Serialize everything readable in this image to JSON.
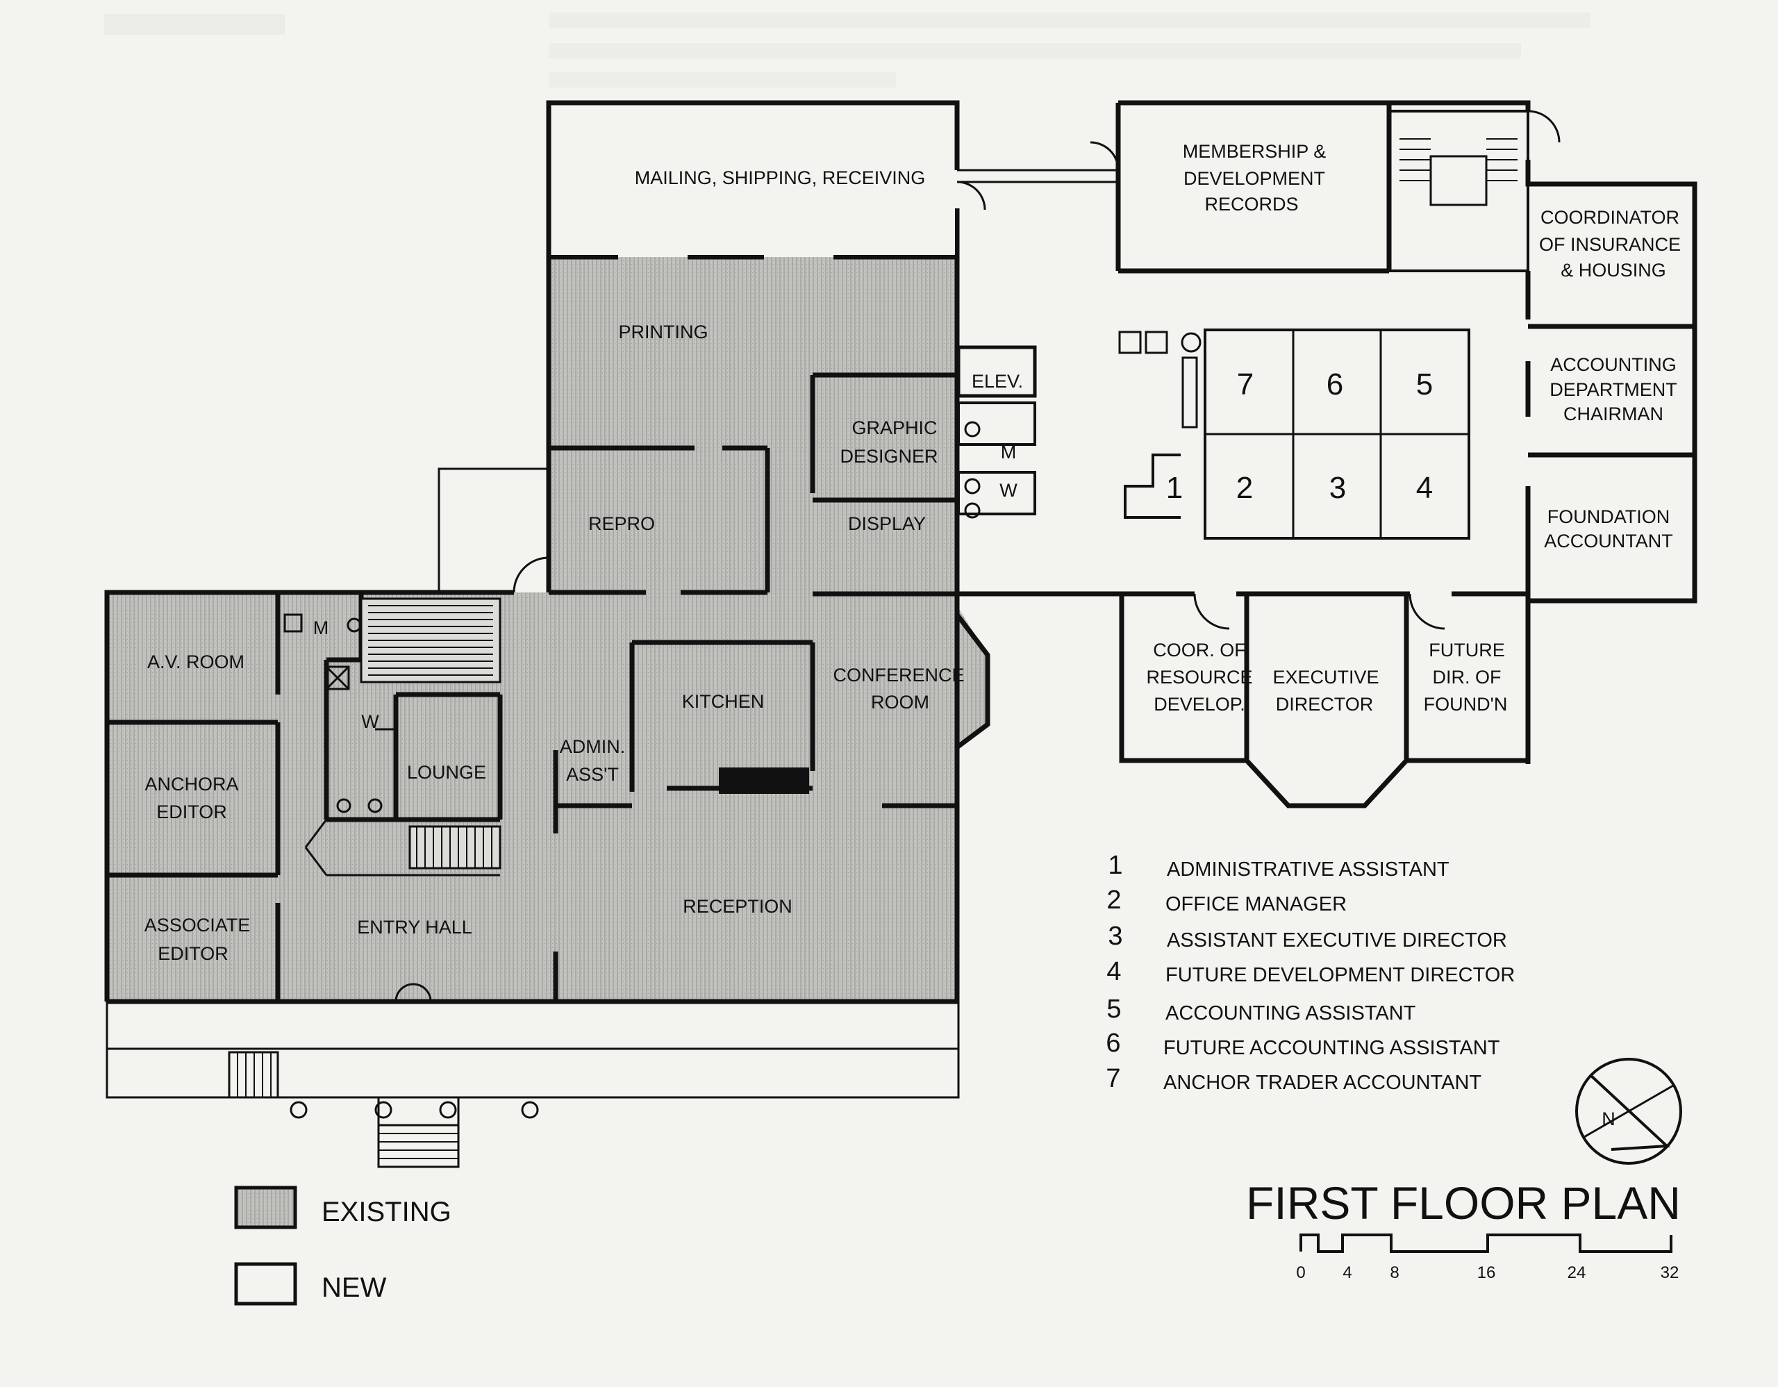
{
  "plan": {
    "title": "FIRST FLOOR PLAN",
    "scale_labels": [
      "0",
      "4",
      "8",
      "16",
      "24",
      "32"
    ],
    "compass_letter": "N"
  },
  "rooms": {
    "mailing": "MAILING, SHIPPING, RECEIVING",
    "printing": "PRINTING",
    "repro": "REPRO",
    "graphic_1": "GRAPHIC",
    "graphic_2": "DESIGNER",
    "display": "DISPLAY",
    "elev": "ELEV.",
    "m": "M",
    "w": "W",
    "av_room": "A.V. ROOM",
    "anchora_1": "ANCHORA",
    "anchora_2": "EDITOR",
    "associate_1": "ASSOCIATE",
    "associate_2": "EDITOR",
    "entry_hall": "ENTRY HALL",
    "lounge": "LOUNGE",
    "admin_1": "ADMIN.",
    "admin_2": "ASS'T",
    "kitchen": "KITCHEN",
    "conference_1": "CONFERENCE",
    "conference_2": "ROOM",
    "reception": "RECEPTION",
    "membership_1": "MEMBERSHIP &",
    "membership_2": "DEVELOPMENT",
    "membership_3": "RECORDS",
    "coord_ins_1": "COORDINATOR",
    "coord_ins_2": "OF INSURANCE",
    "coord_ins_3": "& HOUSING",
    "acct_chair_1": "ACCOUNTING",
    "acct_chair_2": "DEPARTMENT",
    "acct_chair_3": "CHAIRMAN",
    "found_acct_1": "FOUNDATION",
    "found_acct_2": "ACCOUNTANT",
    "coor_res_1": "COOR. OF",
    "coor_res_2": "RESOURCE",
    "coor_res_3": "DEVELOP.",
    "exec_1": "EXECUTIVE",
    "exec_2": "DIRECTOR",
    "future_1": "FUTURE",
    "future_2": "DIR. OF",
    "future_3": "FOUND'N"
  },
  "workstations": [
    "1",
    "2",
    "3",
    "4",
    "5",
    "6",
    "7"
  ],
  "legend_items": [
    {
      "num": "1",
      "label": "ADMINISTRATIVE ASSISTANT"
    },
    {
      "num": "2",
      "label": "OFFICE MANAGER"
    },
    {
      "num": "3",
      "label": "ASSISTANT EXECUTIVE DIRECTOR"
    },
    {
      "num": "4",
      "label": "FUTURE DEVELOPMENT DIRECTOR"
    },
    {
      "num": "5",
      "label": "ACCOUNTING ASSISTANT"
    },
    {
      "num": "6",
      "label": "FUTURE ACCOUNTING ASSISTANT"
    },
    {
      "num": "7",
      "label": "ANCHOR TRADER ACCOUNTANT"
    }
  ],
  "key": {
    "existing": "EXISTING",
    "new": "NEW"
  },
  "colors": {
    "paper": "#f3f3f0",
    "ink": "#111111",
    "existing_fill": "#b9b9b6"
  }
}
